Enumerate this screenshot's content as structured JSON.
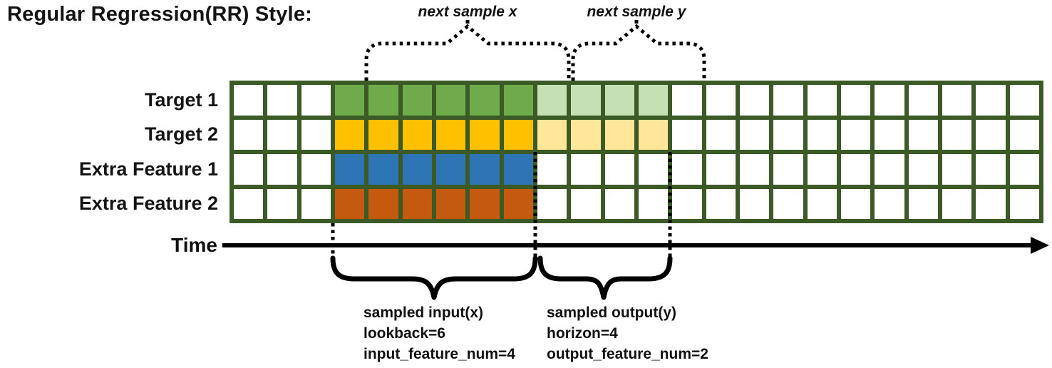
{
  "title": "Regular Regression(RR) Style:",
  "colors": {
    "grid_line": "#3c5a26",
    "empty_cell": "#ffffff",
    "annotation": "#000000"
  },
  "grid": {
    "columns": 24,
    "input_start_column": 4,
    "lookback": 6,
    "horizon": 4,
    "rows": [
      {
        "label": "Target 1",
        "input_color": "#6faa4b",
        "output_color": "#c5e0b3"
      },
      {
        "label": "Target 2",
        "input_color": "#ffc000",
        "output_color": "#ffe699"
      },
      {
        "label": "Extra Feature 1",
        "input_color": "#2e75b6",
        "output_color": null
      },
      {
        "label": "Extra Feature 2",
        "input_color": "#c45a10",
        "output_color": null
      }
    ]
  },
  "annotations": {
    "next_sample_x": "next sample x",
    "next_sample_y": "next sample y",
    "time_label": "Time"
  },
  "captions": {
    "input": [
      "sampled input(x)",
      "lookback=6",
      "input_feature_num=4"
    ],
    "output": [
      "sampled output(y)",
      "horizon=4",
      "output_feature_num=2"
    ]
  }
}
